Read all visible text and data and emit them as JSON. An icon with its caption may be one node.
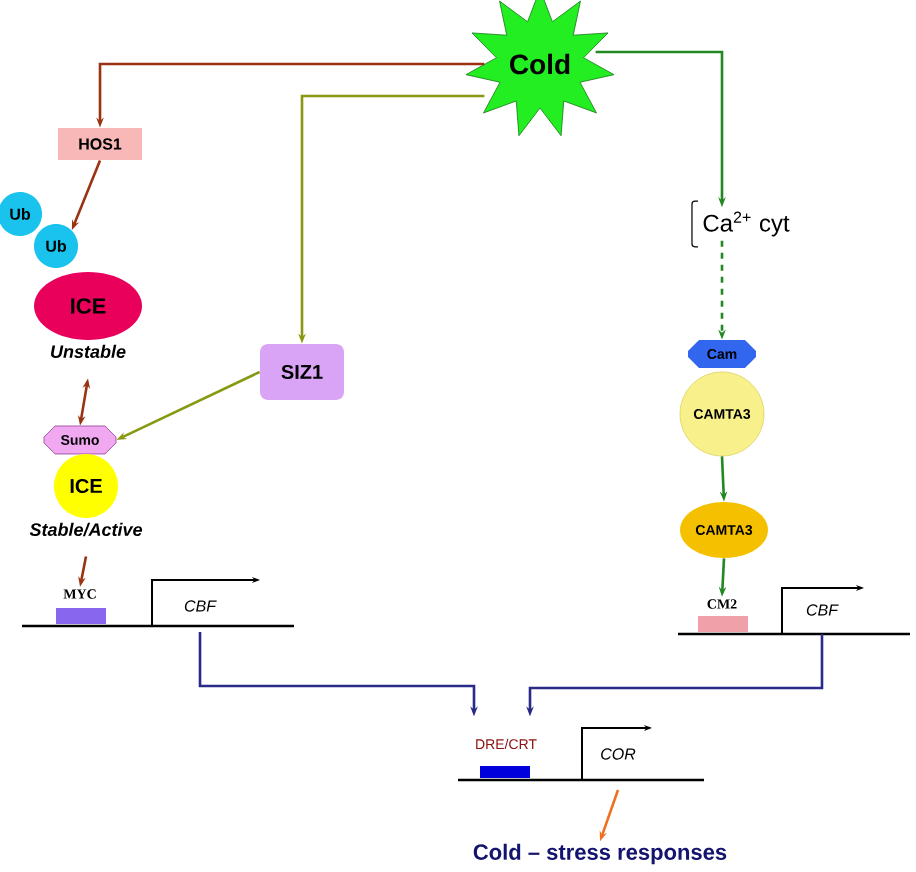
{
  "diagram": {
    "nodes": [
      {
        "text": [
          "Cold"
        ]
      },
      {
        "text": [
          "HOS1"
        ]
      },
      {
        "text": [
          "Ub"
        ]
      },
      {
        "text": [
          "Ub"
        ]
      },
      {
        "text": [
          "ICE"
        ],
        "beside": [
          "Unstable"
        ]
      },
      {
        "text": [
          "SIZ1"
        ]
      },
      {
        "text": [
          "Sumo"
        ]
      },
      {
        "text": [
          "ICE"
        ],
        "beside": [
          "Stable/Active"
        ]
      },
      {
        "text": [
          "MYC"
        ]
      },
      {
        "text": [
          "CBF"
        ]
      },
      {
        "text": [
          "Ca$^{2+}$ cyt"
        ]
      },
      {
        "text": [
          "Cam"
        ]
      },
      {
        "text": [
          "CAMTA3"
        ]
      },
      {
        "text": [
          "CAMTA3"
        ]
      },
      {
        "text": [
          "CM2"
        ]
      },
      {
        "text": [
          "CBF"
        ]
      },
      {
        "text": [
          "DRE/CRT"
        ]
      },
      {
        "text": [
          "COR"
        ]
      },
      {
        "text": [
          "Cold – stress responses"
        ]
      }
    ],
    "edges": [
      {
        "from": 0,
        "to": 1,
        "arrow": "to",
        "color": "#993311"
      },
      {
        "from": 1,
        "to": 3,
        "arrow": "to",
        "color": "#993311"
      },
      {
        "from": 4,
        "to": 6,
        "arrow": "both",
        "color": "#993311"
      },
      {
        "from": 0,
        "to": 5,
        "arrow": "to",
        "color": "#889911"
      },
      {
        "from": 5,
        "to": 6,
        "arrow": "to",
        "color": "#889911"
      },
      {
        "from": 7,
        "to": 8,
        "arrow": "to",
        "color": "#993311"
      },
      {
        "from": 0,
        "to": 10,
        "arrow": "to",
        "color": "#228822"
      },
      {
        "from": 10,
        "to": 11,
        "arrow": "to",
        "style": "dashed",
        "color": "#228822"
      },
      {
        "from": 12,
        "to": 13,
        "arrow": "to",
        "color": "#228822"
      },
      {
        "from": 13,
        "to": 14,
        "arrow": "to",
        "color": "#228822"
      },
      {
        "from": 9,
        "to": 16,
        "arrow": "to",
        "color": "#2a2a88"
      },
      {
        "from": 15,
        "to": 16,
        "arrow": "to",
        "color": "#2a2a88"
      },
      {
        "from": 17,
        "to": 18,
        "arrow": "to",
        "color": "#f07020"
      }
    ]
  }
}
